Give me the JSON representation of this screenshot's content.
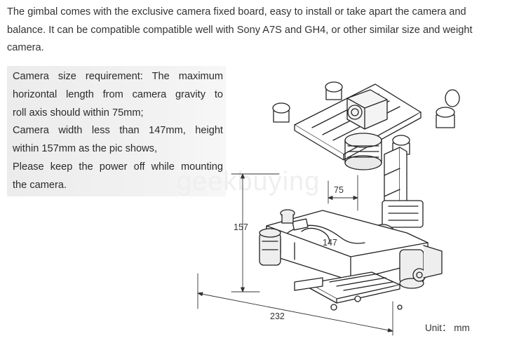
{
  "intro": {
    "line1": "The gimbal comes with the exclusive camera fixed board, easy to install or take apart the camera and",
    "line2": "balance. It can be compatible compatible well with Sony A7S and GH4, or other similar size and weight",
    "line3": "camera."
  },
  "requirements": {
    "lines": [
      "Camera size requirement: The maximum",
      "horizontal length from camera gravity to",
      "roll axis should within 75mm;",
      "Camera width less than 147mm, height",
      "within 157mm as the pic shows,",
      "Please keep the power off while mounting",
      "the camera."
    ]
  },
  "watermark": "geekbuying",
  "diagram": {
    "dim_75": "75",
    "dim_157": "157",
    "dim_147": "147",
    "dim_232": "232",
    "unit_label": "Unit： mm"
  }
}
